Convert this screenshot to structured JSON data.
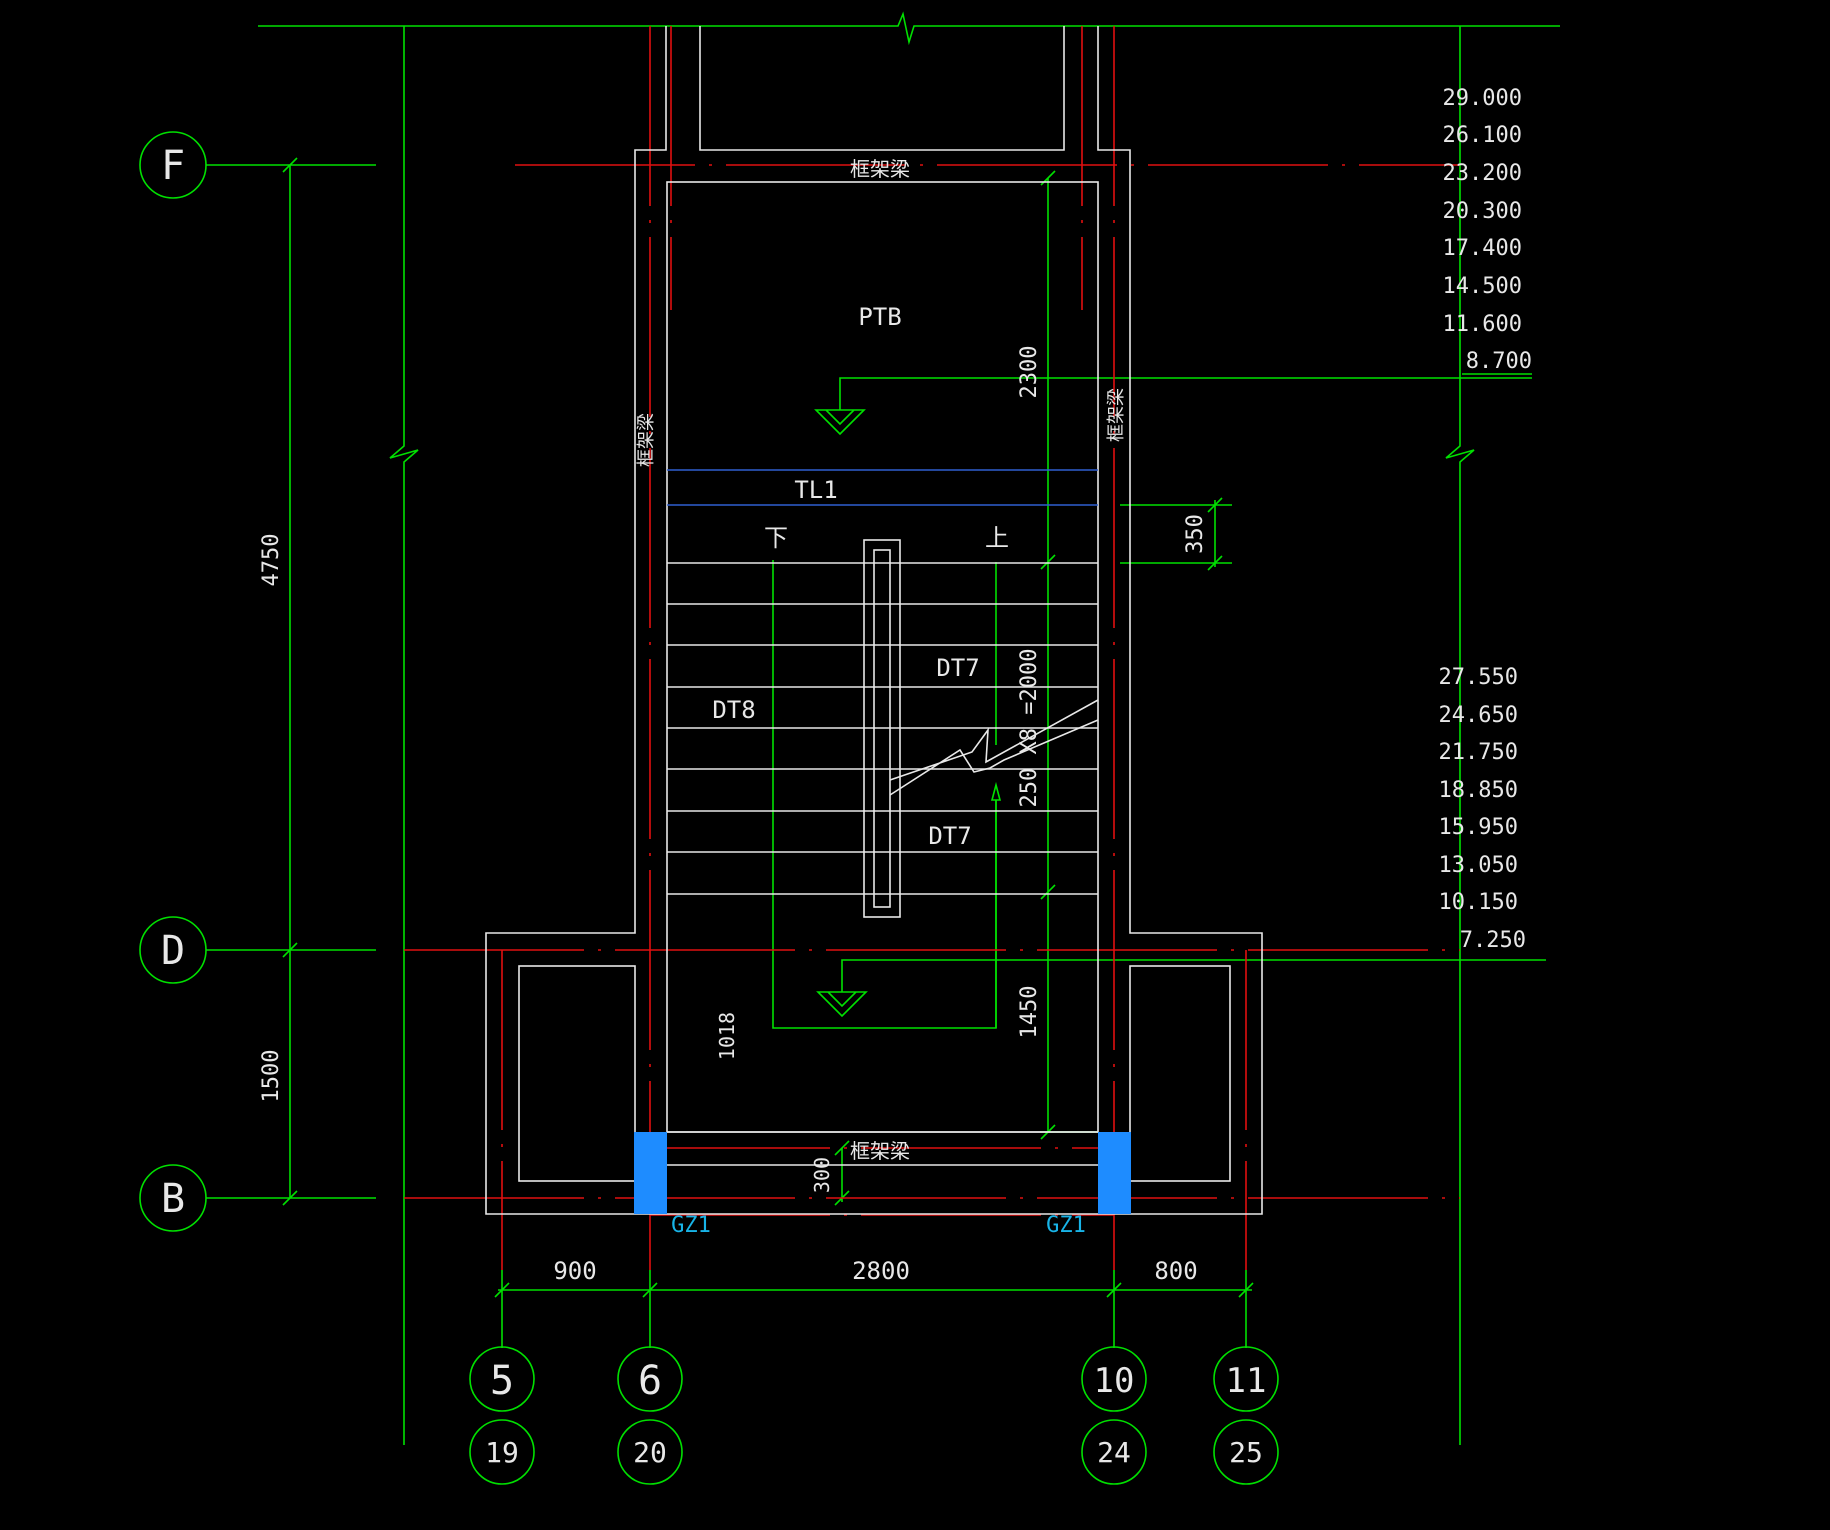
{
  "labels": {
    "beam_top": "框架梁",
    "beam_left": "框架梁",
    "beam_right": "框架梁",
    "beam_bottom": "框架梁",
    "ptb": "PTB",
    "tl1": "TL1",
    "down": "下",
    "up": "上",
    "dt7_upper": "DT7",
    "dt7_lower": "DT7",
    "dt8": "DT8",
    "gz1_left": "GZ1",
    "gz1_right": "GZ1"
  },
  "axes": {
    "rows": [
      {
        "id": "F"
      },
      {
        "id": "D"
      },
      {
        "id": "B"
      }
    ],
    "columns": [
      {
        "id": "5",
        "alt": "19"
      },
      {
        "id": "6",
        "alt": "20"
      },
      {
        "id": "10",
        "alt": "24"
      },
      {
        "id": "11",
        "alt": "25"
      }
    ]
  },
  "dimensions": {
    "left_upper": "4750",
    "left_lower": "1500",
    "landing_depth": "2300",
    "steps": "250 X8 =2000",
    "lower_landing": "1450",
    "tread_350": "350",
    "beam_300": "300",
    "width_1018": "1018",
    "bottom_left": "900",
    "bottom_mid": "2800",
    "bottom_right": "800"
  },
  "elevations_upper": [
    "29.000",
    "26.100",
    "23.200",
    "20.300",
    "17.400",
    "14.500",
    "11.600",
    "8.700"
  ],
  "elevations_lower": [
    "27.550",
    "24.650",
    "21.750",
    "18.850",
    "15.950",
    "13.050",
    "10.150",
    "7.250"
  ],
  "colors": {
    "background": "#000000",
    "axis_green": "#00e000",
    "structure_red": "#e01010",
    "outline_white": "#e8e8e8",
    "column_blue": "#1e8cff",
    "beam_blue": "#2f5fd0",
    "label_cyan": "#18b4e8"
  }
}
